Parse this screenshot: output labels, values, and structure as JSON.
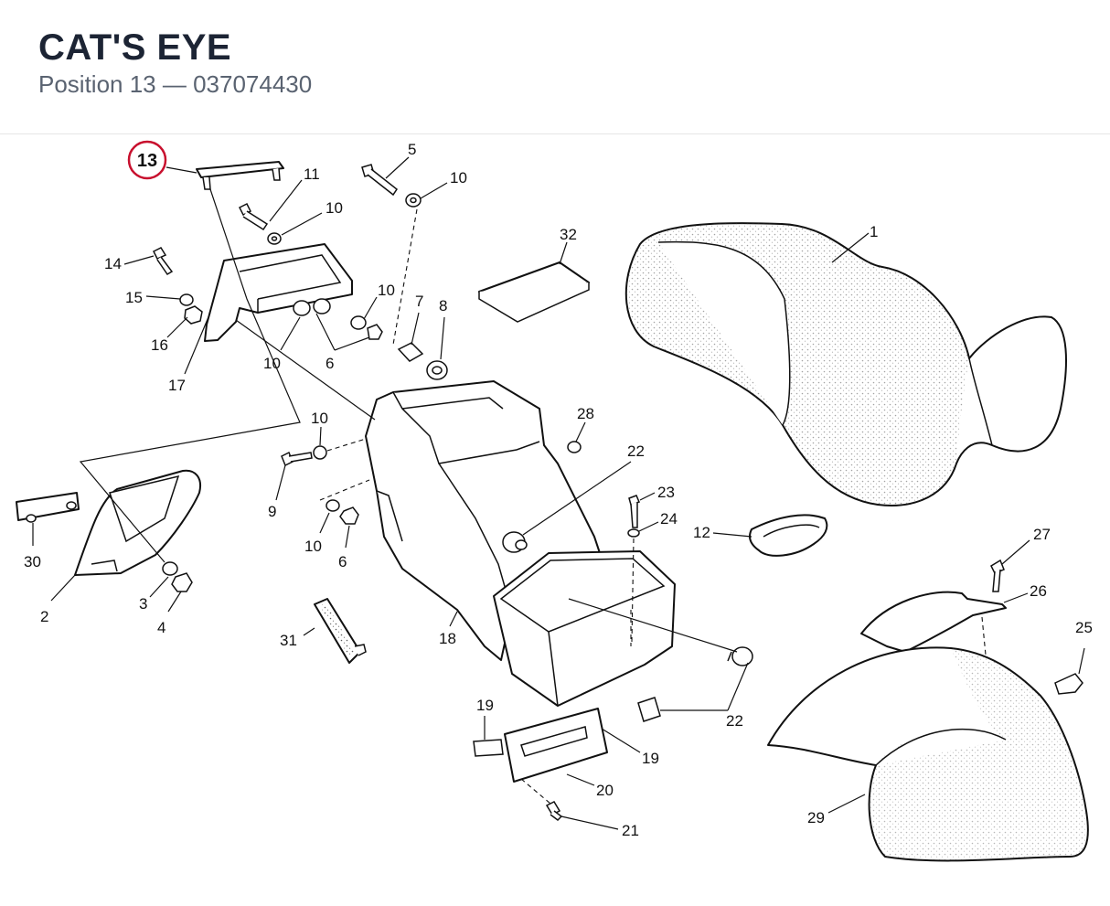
{
  "header": {
    "title": "CAT'S EYE",
    "subtitle": "Position 13 — 037074430"
  },
  "highlight": {
    "label": "13",
    "color": "#c8102e"
  },
  "callouts": [
    "1",
    "2",
    "3",
    "4",
    "5",
    "6",
    "6",
    "7",
    "8",
    "9",
    "10",
    "10",
    "10",
    "10",
    "10",
    "10",
    "11",
    "12",
    "14",
    "15",
    "16",
    "17",
    "18",
    "19",
    "19",
    "20",
    "21",
    "22",
    "22",
    "23",
    "24",
    "25",
    "26",
    "27",
    "28",
    "29",
    "30",
    "31",
    "32"
  ]
}
